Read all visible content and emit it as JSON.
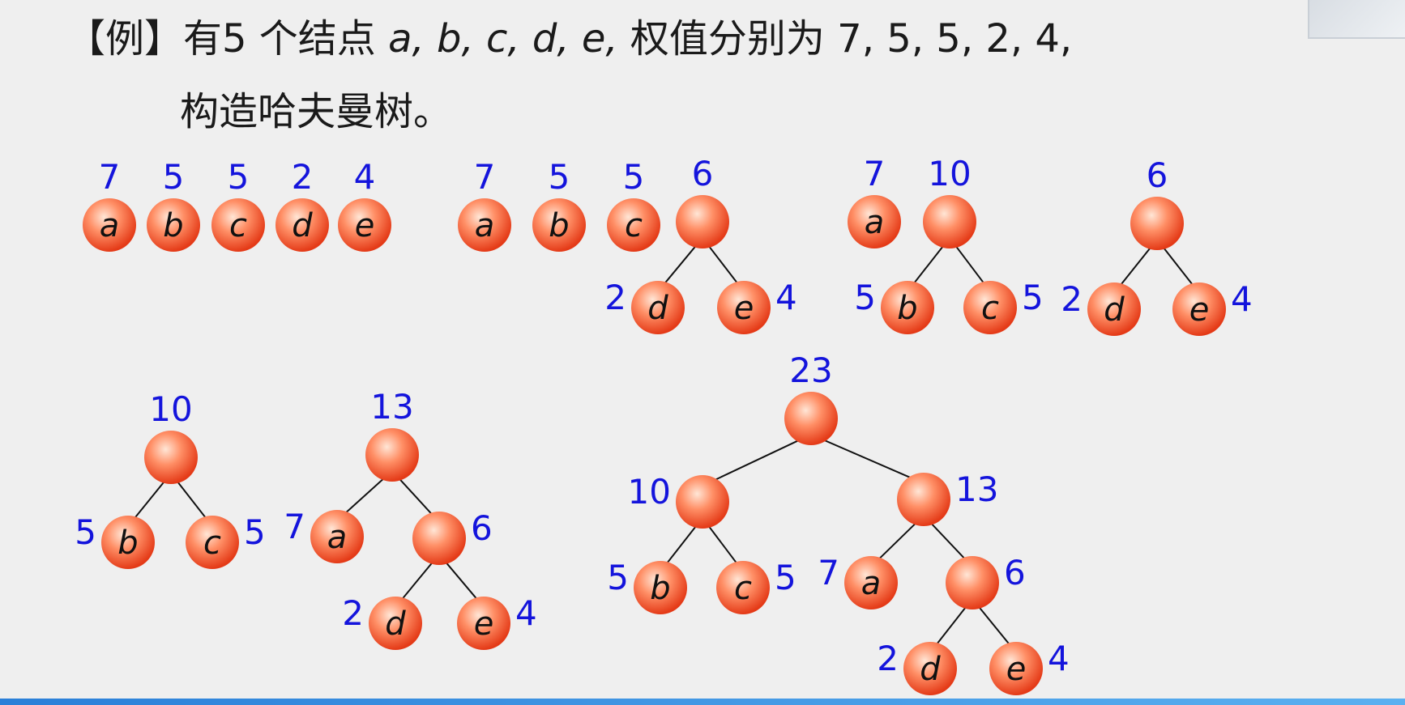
{
  "title": {
    "line1_prefix": "【例】有5 个结点 ",
    "line1_letters": "a, b, c, d, e,",
    "line1_suffix": " 权值分别为 7, 5, 5, 2, 4,",
    "line2": "构造哈夫曼树。"
  },
  "colors": {
    "weight": "#1414dc",
    "node_light": "#ffe6d6",
    "node_mid": "#ff6a3d",
    "node_dark": "#e43a17",
    "edge": "#111111"
  },
  "diagrams": [
    {
      "id": "step1",
      "nodes": [
        {
          "id": "a",
          "label": "a",
          "weight": "7"
        },
        {
          "id": "b",
          "label": "b",
          "weight": "5"
        },
        {
          "id": "c",
          "label": "c",
          "weight": "5"
        },
        {
          "id": "d",
          "label": "d",
          "weight": "2"
        },
        {
          "id": "e",
          "label": "e",
          "weight": "4"
        }
      ],
      "edges": []
    },
    {
      "id": "step2",
      "nodes": [
        {
          "id": "a",
          "label": "a",
          "weight": "7"
        },
        {
          "id": "b",
          "label": "b",
          "weight": "5"
        },
        {
          "id": "c",
          "label": "c",
          "weight": "5"
        },
        {
          "id": "n6",
          "label": "",
          "weight": "6"
        },
        {
          "id": "d",
          "label": "d",
          "weight": "2"
        },
        {
          "id": "e",
          "label": "e",
          "weight": "4"
        }
      ],
      "edges": [
        [
          "n6",
          "d"
        ],
        [
          "n6",
          "e"
        ]
      ]
    },
    {
      "id": "step3-left",
      "nodes": [
        {
          "id": "a",
          "label": "a",
          "weight": "7"
        },
        {
          "id": "n10",
          "label": "",
          "weight": "10"
        },
        {
          "id": "b",
          "label": "b",
          "weight": "5"
        },
        {
          "id": "c",
          "label": "c",
          "weight": "5"
        }
      ],
      "edges": [
        [
          "n10",
          "b"
        ],
        [
          "n10",
          "c"
        ]
      ]
    },
    {
      "id": "step3-right",
      "nodes": [
        {
          "id": "n6",
          "label": "",
          "weight": "6"
        },
        {
          "id": "d",
          "label": "d",
          "weight": "2"
        },
        {
          "id": "e",
          "label": "e",
          "weight": "4"
        }
      ],
      "edges": [
        [
          "n6",
          "d"
        ],
        [
          "n6",
          "e"
        ]
      ]
    },
    {
      "id": "step4-left",
      "nodes": [
        {
          "id": "n10",
          "label": "",
          "weight": "10"
        },
        {
          "id": "b",
          "label": "b",
          "weight": "5"
        },
        {
          "id": "c",
          "label": "c",
          "weight": "5"
        }
      ],
      "edges": [
        [
          "n10",
          "b"
        ],
        [
          "n10",
          "c"
        ]
      ]
    },
    {
      "id": "step4-right",
      "nodes": [
        {
          "id": "n13",
          "label": "",
          "weight": "13"
        },
        {
          "id": "a",
          "label": "a",
          "weight": "7"
        },
        {
          "id": "n6",
          "label": "",
          "weight": "6"
        },
        {
          "id": "d",
          "label": "d",
          "weight": "2"
        },
        {
          "id": "e",
          "label": "e",
          "weight": "4"
        }
      ],
      "edges": [
        [
          "n13",
          "a"
        ],
        [
          "n13",
          "n6"
        ],
        [
          "n6",
          "d"
        ],
        [
          "n6",
          "e"
        ]
      ]
    },
    {
      "id": "final",
      "nodes": [
        {
          "id": "n23",
          "label": "",
          "weight": "23"
        },
        {
          "id": "n10",
          "label": "",
          "weight": "10"
        },
        {
          "id": "n13",
          "label": "",
          "weight": "13"
        },
        {
          "id": "b",
          "label": "b",
          "weight": "5"
        },
        {
          "id": "c",
          "label": "c",
          "weight": "5"
        },
        {
          "id": "a",
          "label": "a",
          "weight": "7"
        },
        {
          "id": "n6",
          "label": "",
          "weight": "6"
        },
        {
          "id": "d",
          "label": "d",
          "weight": "2"
        },
        {
          "id": "e",
          "label": "e",
          "weight": "4"
        }
      ],
      "edges": [
        [
          "n23",
          "n10"
        ],
        [
          "n23",
          "n13"
        ],
        [
          "n10",
          "b"
        ],
        [
          "n10",
          "c"
        ],
        [
          "n13",
          "a"
        ],
        [
          "n13",
          "n6"
        ],
        [
          "n6",
          "d"
        ],
        [
          "n6",
          "e"
        ]
      ]
    }
  ]
}
